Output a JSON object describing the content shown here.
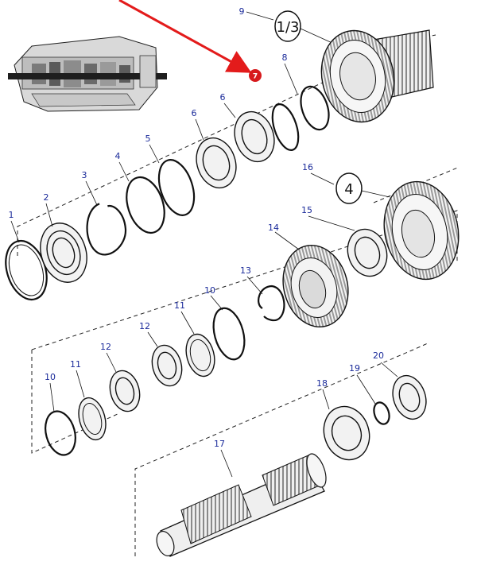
{
  "diagram": {
    "overview_badge": "7",
    "callouts": {
      "group_upper": "1/3",
      "group_lower": "4"
    },
    "part_numbers": {
      "p1": "1",
      "p2": "2",
      "p3": "3",
      "p4": "4",
      "p5": "5",
      "p6a": "6",
      "p6b": "6",
      "p8": "8",
      "p9": "9",
      "p10a": "10",
      "p10b": "10",
      "p11a": "11",
      "p11b": "11",
      "p12a": "12",
      "p12b": "12",
      "p13": "13",
      "p14": "14",
      "p15": "15",
      "p16": "16",
      "p17": "17",
      "p18": "18",
      "p19": "19",
      "p20": "20"
    },
    "colors": {
      "label": "#1a2a9a",
      "arrow": "#e31b1b",
      "badge": "#d7191c",
      "line": "#111111"
    }
  }
}
